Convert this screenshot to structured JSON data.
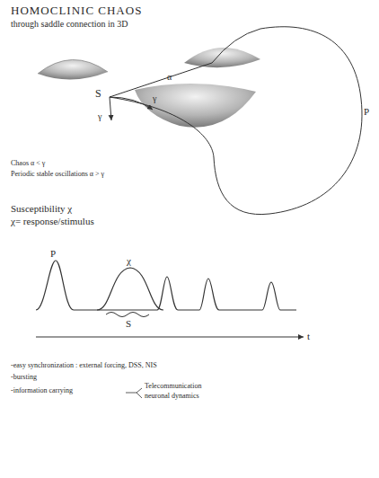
{
  "diagram": {
    "title": "HOMOCLINIC CHAOS",
    "labels": [
      "through saddle connection in 3D",
      "S",
      "α",
      "γ",
      "γ",
      "P",
      "Chaos α < γ",
      "Periodic stable oscillations α > γ",
      "Susceptibility χ",
      "χ= response/stimulus",
      "P",
      "χ",
      "S",
      "t",
      "-easy synchronization : external forcing, DSS, NIS",
      "-bursting",
      "-information carrying",
      "Telecommunication",
      "neuronal dynamics"
    ]
  }
}
